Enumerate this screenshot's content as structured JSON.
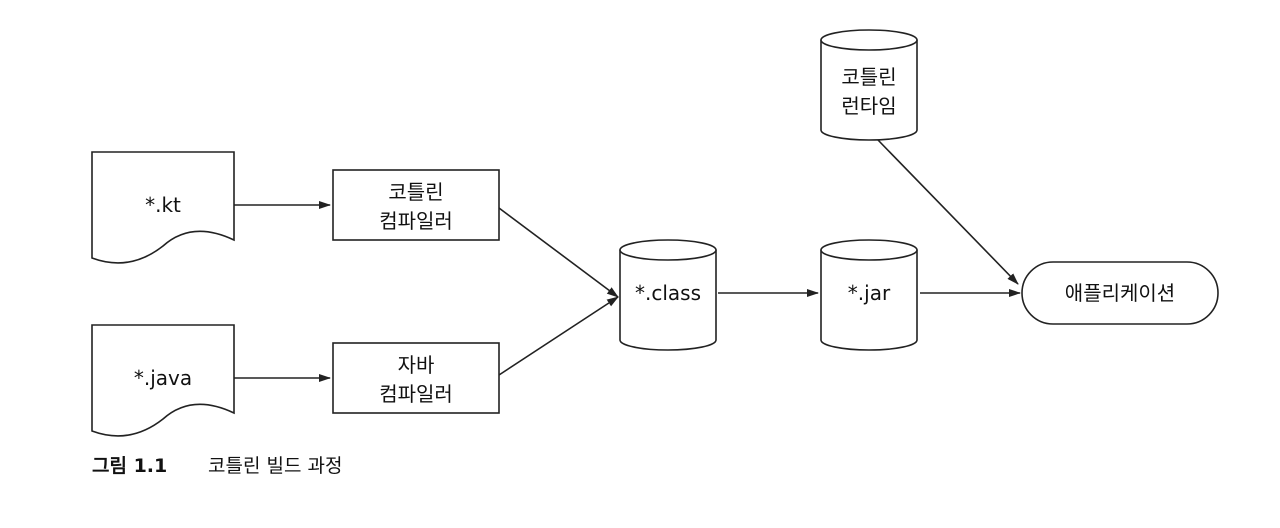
{
  "nodes": {
    "kt_file": {
      "label": "*.kt"
    },
    "java_file": {
      "label": "*.java"
    },
    "kotlin_compiler": {
      "lines": [
        "코틀린",
        "컴파일러"
      ]
    },
    "java_compiler": {
      "lines": [
        "자바",
        "컴파일러"
      ]
    },
    "class_files": {
      "label": "*.class"
    },
    "jar_file": {
      "label": "*.jar"
    },
    "kotlin_runtime": {
      "lines": [
        "코틀린",
        "런타임"
      ]
    },
    "application": {
      "label": "애플리케이션"
    }
  },
  "caption": {
    "prefix": "그림 1.1",
    "text": "코틀린 빌드 과정"
  }
}
